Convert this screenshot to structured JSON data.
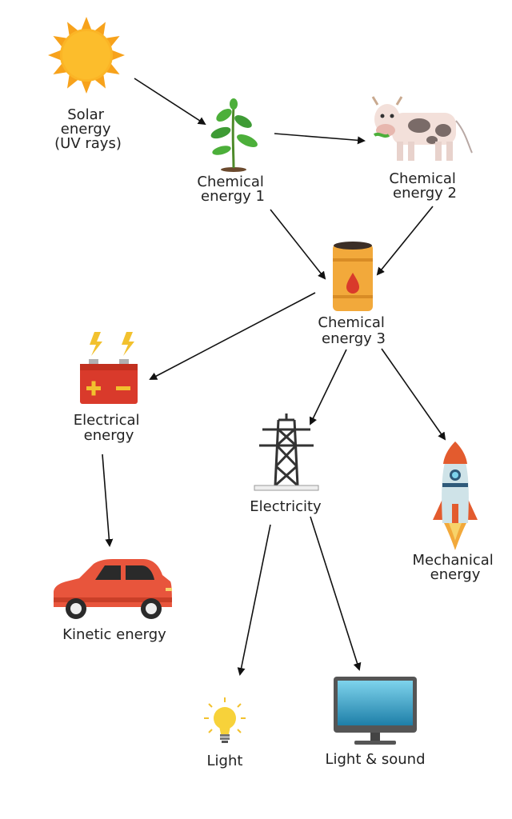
{
  "nodes": {
    "solar": {
      "lines": [
        "Solar",
        "energy",
        "(UV rays)"
      ],
      "icon": "sun-icon"
    },
    "chem1": {
      "lines": [
        "Chemical",
        "energy 1"
      ],
      "icon": "plant-icon"
    },
    "chem2": {
      "lines": [
        "Chemical",
        "energy 2"
      ],
      "icon": "cow-icon"
    },
    "chem3": {
      "lines": [
        "Chemical",
        "energy 3"
      ],
      "icon": "oil-barrel-icon"
    },
    "electrical": {
      "lines": [
        "Electrical",
        "energy"
      ],
      "icon": "battery-icon"
    },
    "electricity": {
      "lines": [
        "Electricity"
      ],
      "icon": "power-tower-icon"
    },
    "mechanical": {
      "lines": [
        "Mechanical",
        "energy"
      ],
      "icon": "rocket-icon"
    },
    "kinetic": {
      "lines": [
        "Kinetic energy"
      ],
      "icon": "car-icon"
    },
    "light": {
      "lines": [
        "Light"
      ],
      "icon": "light-bulb-icon"
    },
    "lightsound": {
      "lines": [
        "Light & sound"
      ],
      "icon": "monitor-icon"
    }
  },
  "edges": [
    [
      "solar",
      "chem1"
    ],
    [
      "chem1",
      "chem2"
    ],
    [
      "chem1",
      "chem3"
    ],
    [
      "chem2",
      "chem3"
    ],
    [
      "chem3",
      "electrical"
    ],
    [
      "chem3",
      "electricity"
    ],
    [
      "chem3",
      "mechanical"
    ],
    [
      "electrical",
      "kinetic"
    ],
    [
      "electricity",
      "light"
    ],
    [
      "electricity",
      "lightsound"
    ]
  ],
  "colors": {
    "sun": "#F7A21B",
    "plant": "#3E9B35",
    "barrel": "#F2A93B",
    "battery": "#D93A2B",
    "bolt": "#F2C12E",
    "rocket": "#E35B2E",
    "car": "#E8553C",
    "monitor_screen": "#3FA9CC",
    "arrow": "#111111"
  }
}
